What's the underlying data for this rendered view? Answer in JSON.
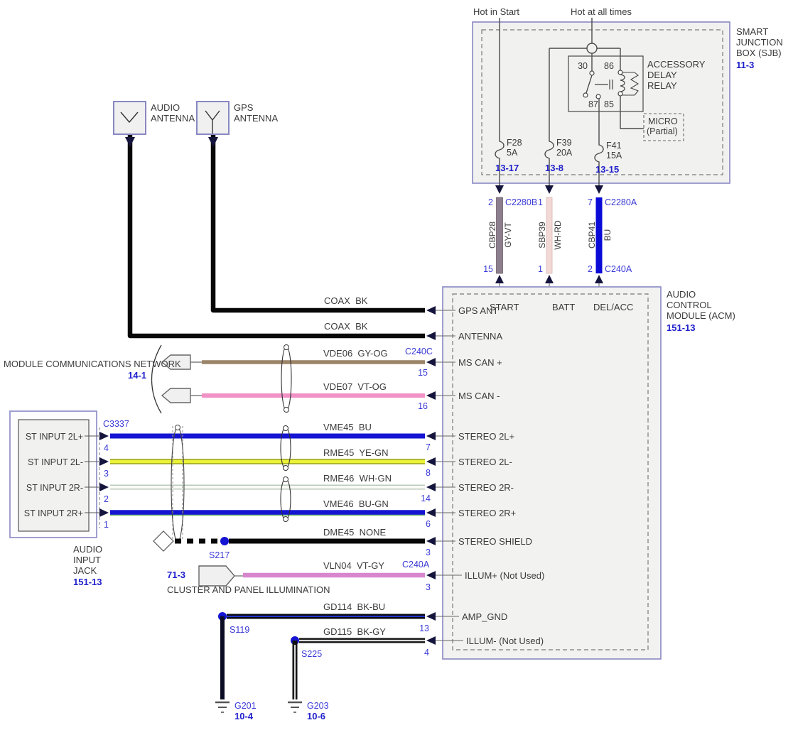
{
  "colors": {
    "ref_blue": "#2020cc",
    "pin_blue": "#3a3ad6",
    "box_border": "#8888c4",
    "box_fill": "#f1f1f0",
    "wire_black": "#070707",
    "wire_gy_vt": "#8d7e8e",
    "wire_wh_rd": "#f3d9d5",
    "wire_bu": "#0b0bd8",
    "wire_gy_og": "#9b8468",
    "wire_vt_og": "#f191c5",
    "wire_ye_gn": "#eaf23a",
    "wire_wh_gn": "#fbfbf8",
    "wire_vt_gy": "#d886ce",
    "splice_blue": "#1414d2"
  },
  "sjb": {
    "feed_left": "Hot in Start",
    "feed_right": "Hot at all times",
    "relay": {
      "line1": "ACCESSORY",
      "line2": "DELAY",
      "line3": "RELAY",
      "pin30": "30",
      "pin86": "86",
      "pin87": "87",
      "pin85": "85"
    },
    "micro": {
      "line1": "MICRO",
      "line2": "(Partial)"
    },
    "fuses": [
      {
        "name": "F28",
        "amps": "5A",
        "ref": "13-17"
      },
      {
        "name": "F39",
        "amps": "20A",
        "ref": "13-8"
      },
      {
        "name": "F41",
        "amps": "15A",
        "ref": "13-15"
      }
    ],
    "name": {
      "line1": "SMART",
      "line2": "JUNCTION",
      "line3": "BOX (SJB)",
      "ref": "11-3"
    }
  },
  "feeds": [
    {
      "top_pin": "2",
      "top_conn": "C2280B",
      "circuit": "CBP28",
      "color": "GY-VT",
      "bottom_pin": "15",
      "bottom_conn": ""
    },
    {
      "top_pin": "1",
      "top_conn": "",
      "circuit": "SBP39",
      "color": "WH-RD",
      "bottom_pin": "1",
      "bottom_conn": ""
    },
    {
      "top_pin": "7",
      "top_conn": "C2280A",
      "circuit": "CBP41",
      "color": "BU",
      "bottom_pin": "2",
      "bottom_conn": "C240A"
    }
  ],
  "antennas": {
    "audio": {
      "line1": "AUDIO",
      "line2": "ANTENNA"
    },
    "gps": {
      "line1": "GPS",
      "line2": "ANTENNA"
    },
    "coax1": "COAX  BK",
    "coax2": "COAX  BK"
  },
  "mcn": {
    "label": "MODULE COMMUNICATIONS NETWORK",
    "ref": "14-1",
    "conn": "C240C",
    "wires": [
      {
        "label": "VDE06  GY-OG",
        "pin": "15"
      },
      {
        "label": "VDE07  VT-OG",
        "pin": "16"
      }
    ]
  },
  "jack": {
    "conn": "C3337",
    "rows": [
      {
        "label": "ST INPUT 2L+",
        "pin": "4"
      },
      {
        "label": "ST INPUT 2L-",
        "pin": "3"
      },
      {
        "label": "ST INPUT 2R-",
        "pin": "2"
      },
      {
        "label": "ST INPUT 2R+",
        "pin": "1"
      }
    ],
    "name": {
      "line1": "AUDIO",
      "line2": "INPUT",
      "line3": "JACK",
      "ref": "151-13"
    }
  },
  "stereo_wires": [
    {
      "label": "VME45  BU",
      "pin": "7"
    },
    {
      "label": "RME45  YE-GN",
      "pin": "8"
    },
    {
      "label": "RME46  WH-GN",
      "pin": "14"
    },
    {
      "label": "VME46  BU-GN",
      "pin": "6"
    },
    {
      "label": "DME45  NONE",
      "pin": "3",
      "splice": "S217"
    }
  ],
  "illum": {
    "ref": "71-3",
    "label": "VLN04  VT-GY",
    "conn": "C240A",
    "pin": "3",
    "caption": "CLUSTER AND PANEL ILLUMINATION"
  },
  "grounds": {
    "amp": {
      "label": "GD114  BK-BU",
      "pin": "13",
      "splice": "S119",
      "gnd": "G201",
      "gnd_ref": "10-4"
    },
    "ilm": {
      "label": "GD115  BK-GY",
      "pin": "4",
      "splice": "S225",
      "gnd": "G203",
      "gnd_ref": "10-6"
    }
  },
  "acm": {
    "top_pins": [
      "START",
      "BATT",
      "DEL/ACC"
    ],
    "rows": [
      "GPS ANT",
      "ANTENNA",
      "MS CAN +",
      "MS CAN -",
      "STEREO 2L+",
      "STEREO 2L-",
      "STEREO 2R-",
      "STEREO 2R+",
      "STEREO SHIELD",
      "ILLUM+ (Not Used)",
      "AMP_GND",
      "ILLUM- (Not Used)"
    ],
    "name": {
      "line1": "AUDIO",
      "line2": "CONTROL",
      "line3": "MODULE (ACM)",
      "ref": "151-13"
    }
  }
}
